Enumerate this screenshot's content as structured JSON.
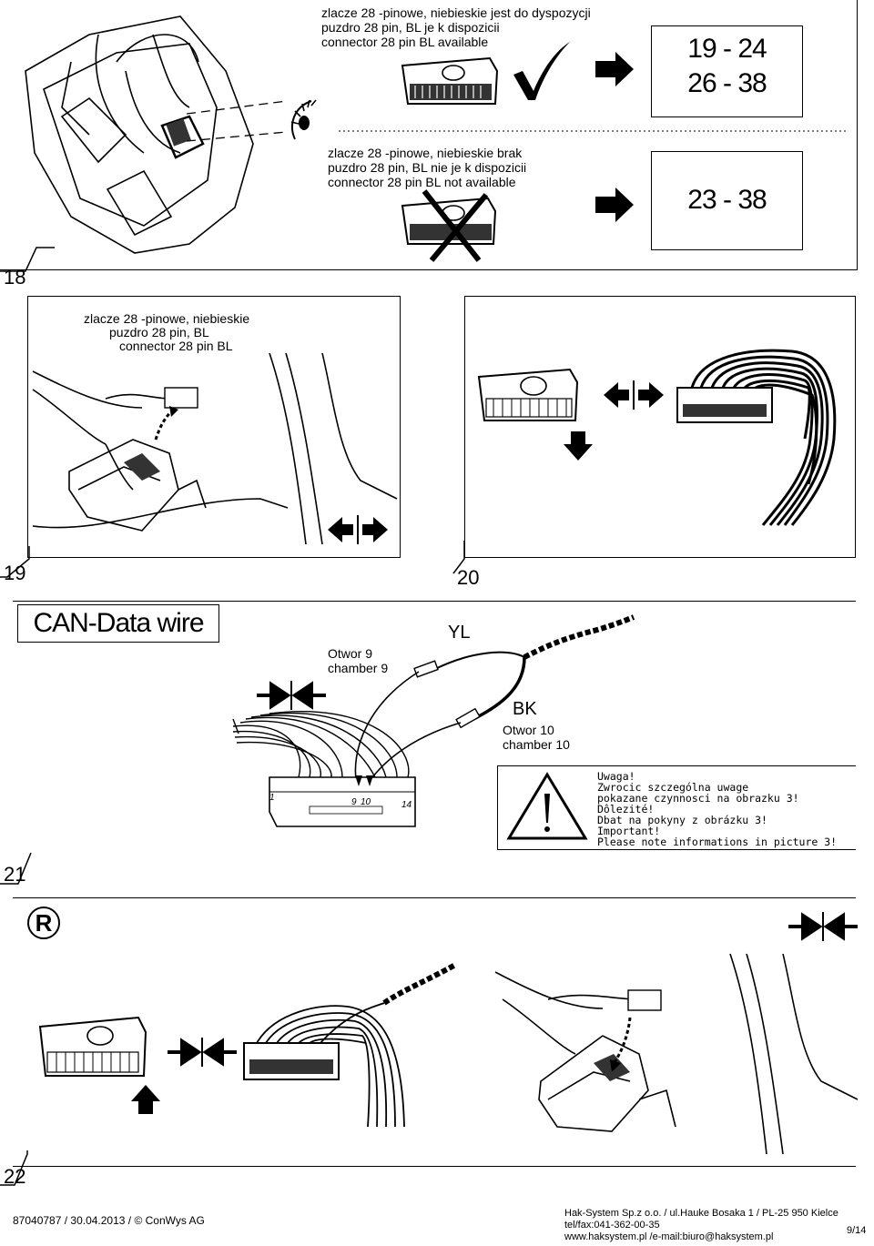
{
  "step18": {
    "number": "18",
    "available_text": [
      "zlacze 28 -pinowe, niebieskie jest do dyspozycji",
      "puzdro 28 pin, BL je k dispozicii",
      "connector 28 pin BL available"
    ],
    "not_available_text": [
      "zlacze 28 -pinowe, niebieskie brak",
      "puzdro 28 pin, BL nie je k dispozicii",
      "connector 28 pin BL not available"
    ],
    "range_available": [
      "19 - 24",
      "26 - 38"
    ],
    "range_not_available": "23 - 38"
  },
  "step19": {
    "number": "19",
    "caption": [
      "zlacze 28 -pinowe, niebieskie",
      "puzdro 28 pin, BL",
      "connector 28 pin BL"
    ]
  },
  "step20": {
    "number": "20"
  },
  "step21": {
    "number": "21",
    "title": "CAN-Data wire",
    "chamber9": [
      "Otwor 9",
      "chamber 9"
    ],
    "chamber10": [
      "Otwor 10",
      "chamber 10"
    ],
    "wire_yellow": "YL",
    "wire_black": "BK",
    "pin_first": "1",
    "pin_9": "9",
    "pin_10": "10",
    "pin_last": "14",
    "warning": [
      "Uwaga!",
      "Zwrocic szczególna uwage",
      "pokazane czynnosci na obrazku 3!",
      "Dôlezité!",
      "Dbat na pokyny z obrázku 3!",
      "Important!",
      "Please note informations in picture 3!"
    ]
  },
  "step22": {
    "number": "22",
    "badge": "R"
  },
  "footer": {
    "doc": "87040787 / 30.04.2013 / © ConWys AG",
    "company": "Hak-System Sp.z o.o. / ul.Hauke Bosaka 1 / PL-25 950 Kielce",
    "phone": "tel/fax:041-362-00-35",
    "web": "www.haksystem.pl /e-mail:biuro@haksystem.pl",
    "page": "9/14"
  }
}
